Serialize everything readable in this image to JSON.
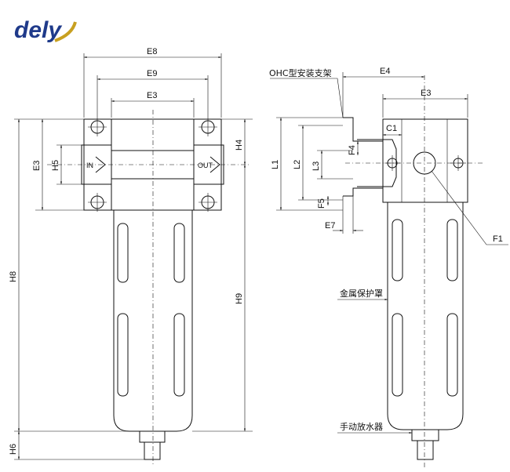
{
  "brand": {
    "logo_text": "dely",
    "logo_color": "#1f3a8a",
    "swoosh_color": "#c8a020"
  },
  "front_view": {
    "dims": {
      "E8": "E8",
      "E9": "E9",
      "E3": "E3",
      "H4": "H4",
      "H5": "H5",
      "E3_side": "E3",
      "H8": "H8",
      "H9": "H9",
      "H6": "H6"
    },
    "port_in": "IN",
    "port_out": "OUT"
  },
  "side_view": {
    "dims": {
      "E4": "E4",
      "E3": "E3",
      "C1": "C1",
      "L1": "L1",
      "L2": "L2",
      "L3": "L3",
      "F4": "F4",
      "F5": "F5",
      "E7": "E7",
      "F1": "F1"
    },
    "labels": {
      "bracket": "OHC型安装支架",
      "guard": "金属保护罩",
      "drain": "手动放水器"
    }
  }
}
